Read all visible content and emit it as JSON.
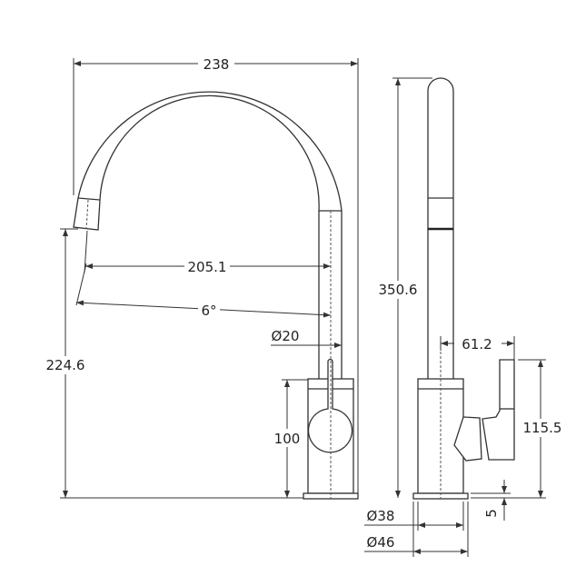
{
  "drawing": {
    "line_color": "#333333",
    "front_view": {
      "width_overall": "238",
      "spout_reach": "205.1",
      "spout_angle": "6°",
      "spout_diameter": "Ø20",
      "outlet_height": "224.6",
      "body_height": "100"
    },
    "side_view": {
      "total_height": "350.6",
      "lever_offset": "61.2",
      "lever_height": "115.5",
      "base_thickness": "5",
      "body_diameter": "Ø38",
      "base_diameter": "Ø46"
    }
  }
}
